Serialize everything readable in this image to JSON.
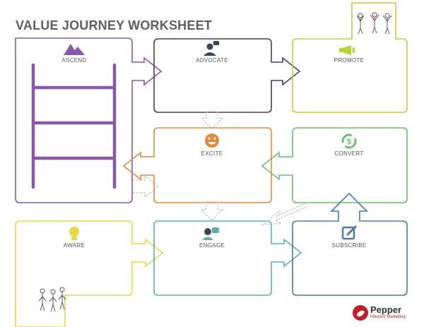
{
  "title": "VALUE JOURNEY WORKSHEET",
  "stages": {
    "ascend": {
      "label": "ASCEND",
      "color": "#8a58a8",
      "icon": "mountains-icon"
    },
    "advocate": {
      "label": "ADVOCATE",
      "color": "#3b4652",
      "icon": "speaker-person-icon"
    },
    "promote": {
      "label": "PROMOTE",
      "color": "#b8d33a",
      "icon": "megaphone-icon"
    },
    "excite": {
      "label": "EXCITE",
      "color": "#e8893a",
      "icon": "smiley-icon"
    },
    "convert": {
      "label": "CONVERT",
      "color": "#6cbf6a",
      "icon": "dollar-cycle-icon"
    },
    "aware": {
      "label": "AWARE",
      "color": "#e6d84a",
      "icon": "lightbulb-head-icon"
    },
    "engage": {
      "label": "ENGAGE",
      "color": "#5bb2a8",
      "icon": "conversation-icon"
    },
    "subscribe": {
      "label": "SUBSCRIBE",
      "color": "#4a78a8",
      "icon": "edit-icon"
    }
  },
  "logo": {
    "name": "Pepper",
    "tagline": "Inbound Marketing",
    "color": "#c0202a"
  }
}
